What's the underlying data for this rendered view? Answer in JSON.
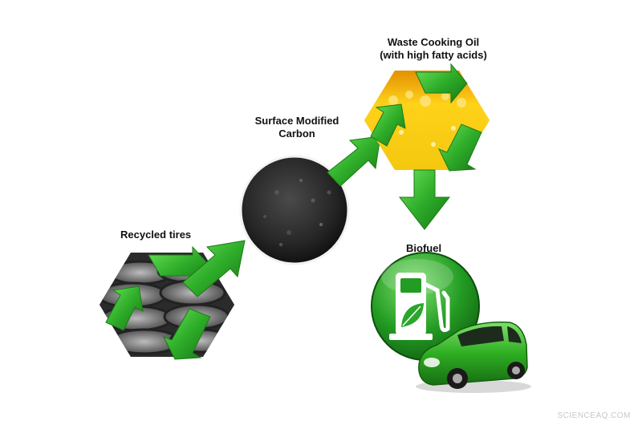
{
  "labels": {
    "recycled_tires": "Recycled tires",
    "carbon_line1": "Surface Modified",
    "carbon_line2": "Carbon",
    "oil_line1": "Waste Cooking Oil",
    "oil_line2": "(with high fatty acids)",
    "biofuel": "Biofuel"
  },
  "watermark": "SCIENCEAQ.COM",
  "colors": {
    "arrow_green": "#2fae2a",
    "arrow_dark": "#1c7a18",
    "carbon": "#2a2a2a",
    "oil": "#f1b40a",
    "badge": "#1e8a1e"
  },
  "icons": [
    "recycle-icon",
    "fuel-pump-icon",
    "leaf-icon",
    "car-icon",
    "tire-pile-icon"
  ]
}
